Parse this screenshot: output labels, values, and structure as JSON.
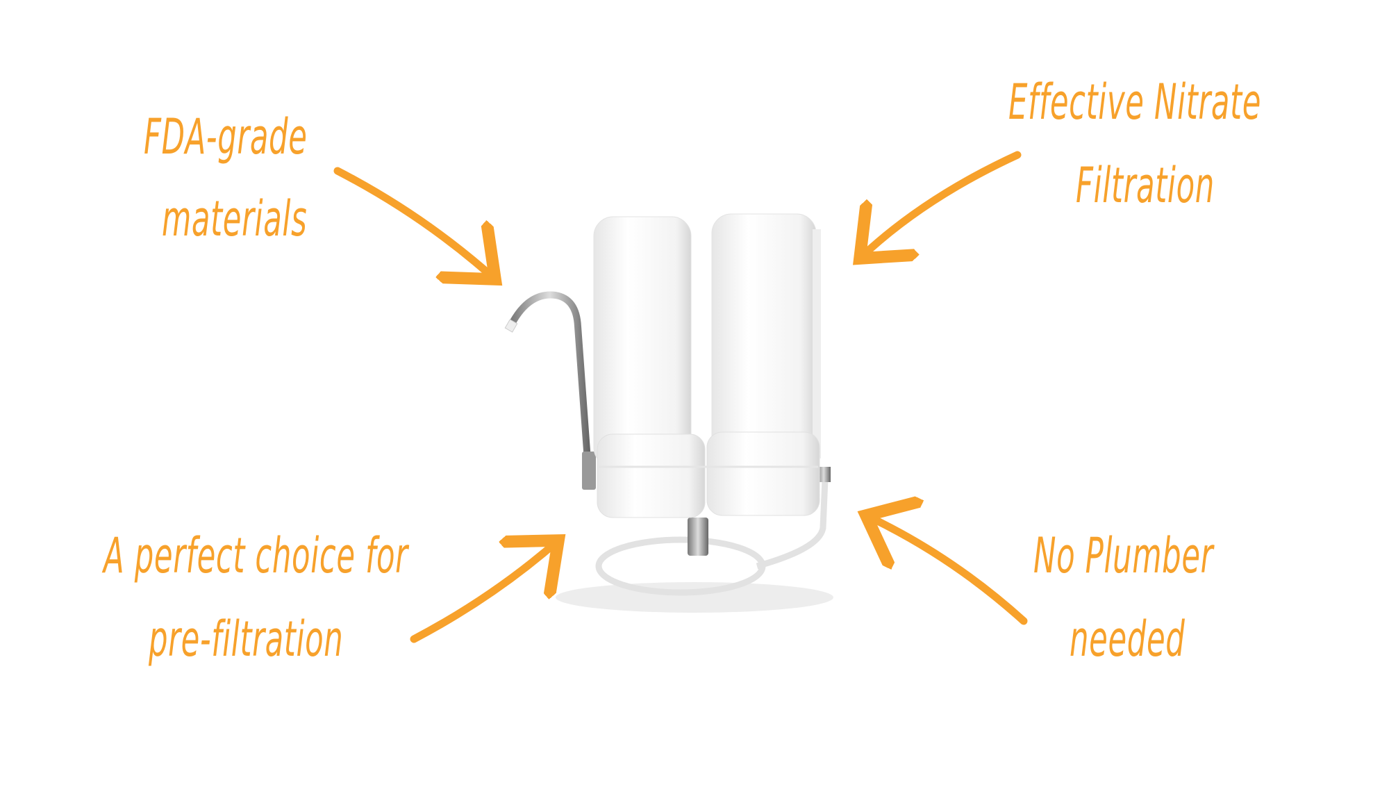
{
  "accent_color": "#F7A12B",
  "callouts": {
    "top_left": {
      "line1": "FDA-grade",
      "line2": "materials"
    },
    "top_right": {
      "line1": "Effective Nitrate",
      "line2": "Filtration"
    },
    "bottom_left": {
      "line1": "A perfect choice for",
      "line2": "pre-filtration"
    },
    "bottom_right": {
      "line1": "No Plumber",
      "line2": "needed"
    }
  },
  "product_image": "countertop-dual-water-filter"
}
